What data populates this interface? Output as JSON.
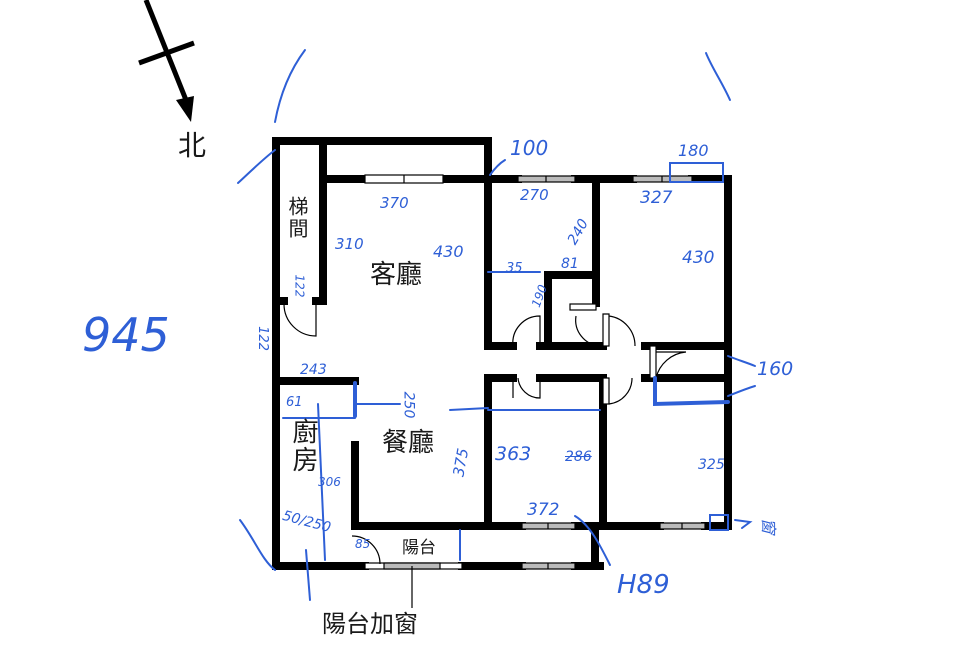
{
  "compass": {
    "label": "北",
    "direction_icon": "north-arrow-icon"
  },
  "rooms": {
    "stairwell": "梯間",
    "living_room": "客廳",
    "kitchen": "廚房",
    "dining_room": "餐廳",
    "balcony": "陽台"
  },
  "callout": {
    "balcony_window": "陽台加窗"
  },
  "annotations": {
    "total_width": "945",
    "living_top": "370",
    "living_left": "310",
    "living_right": "430",
    "top_corner": "100",
    "bed1_top": "270",
    "bed1_side": "240",
    "master_top": "327",
    "master_window": "180",
    "master_side": "430",
    "bath_a": "35",
    "bath_b": "81",
    "bath_c": "190",
    "stair_122a": "122",
    "stair_122b": "122",
    "kitchen_top": "243",
    "kitchen_61": "61",
    "kitchen_side": "306",
    "kitchen_low": "50/250",
    "door_85": "85",
    "dining_top": "250",
    "dining_side": "375",
    "bed2_side": "363",
    "bed2_right": "286",
    "bed2_bottom": "372",
    "bed3_side": "325",
    "corridor_160": "160",
    "balcony_h": "H89",
    "right_note": "窗"
  },
  "colors": {
    "wall": "#000000",
    "ink": "#2e5fd6",
    "window": "#9a9a9a"
  }
}
